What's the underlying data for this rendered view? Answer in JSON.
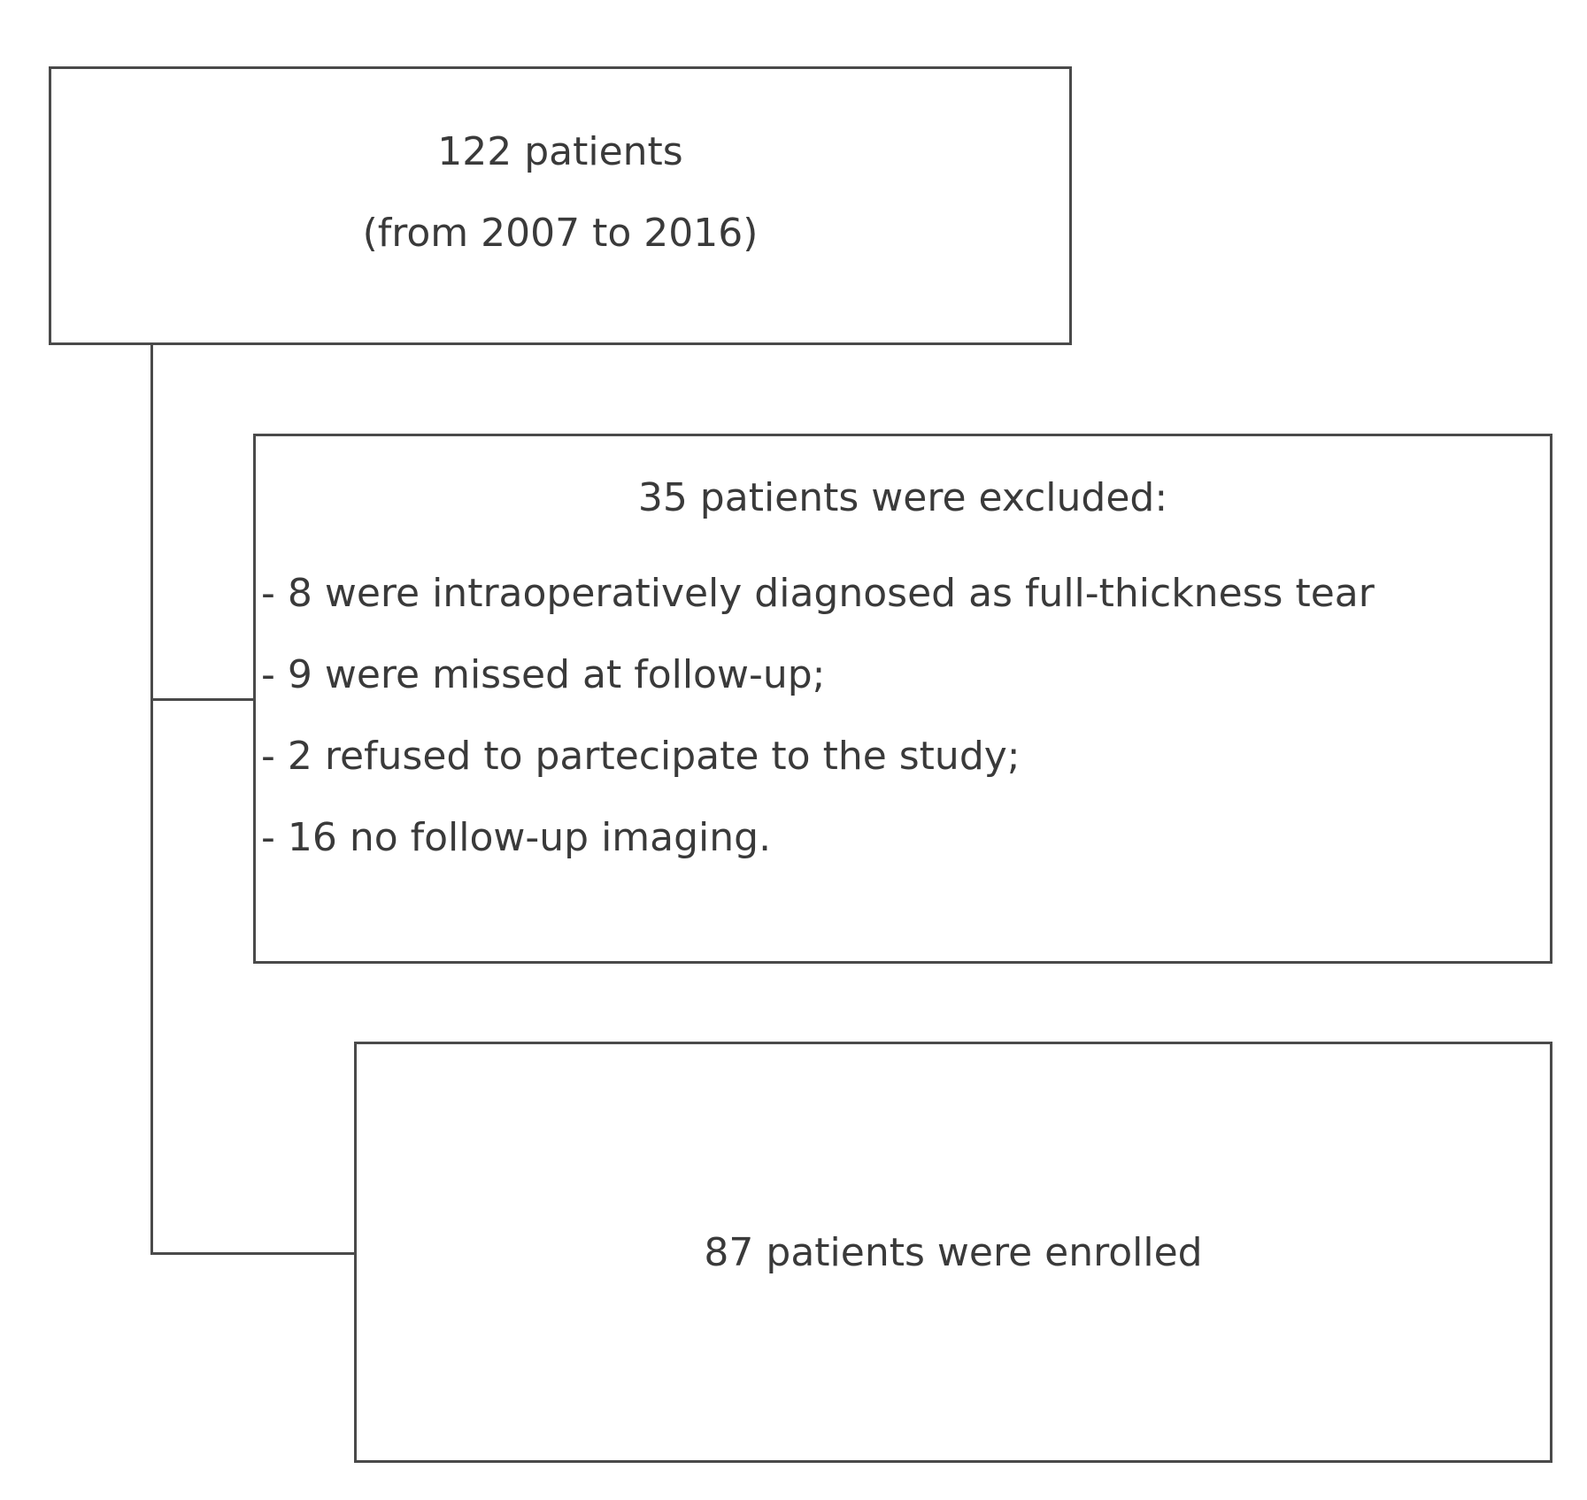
{
  "total_box": {
    "line1": "122 patients",
    "line2": "(from 2007 to 2016)"
  },
  "excluded_box": {
    "title": "35 patients were excluded:",
    "items": [
      "- 8 were intraoperatively diagnosed as full-thickness tear",
      "- 9 were missed at follow-up;",
      "- 2 refused to partecipate to the study;",
      "- 16 no follow-up imaging."
    ]
  },
  "enrolled_box": {
    "label": "87 patients were enrolled"
  },
  "colors": {
    "line": "#4a4a4a",
    "text": "#3a3a3a",
    "background": "#ffffff"
  }
}
